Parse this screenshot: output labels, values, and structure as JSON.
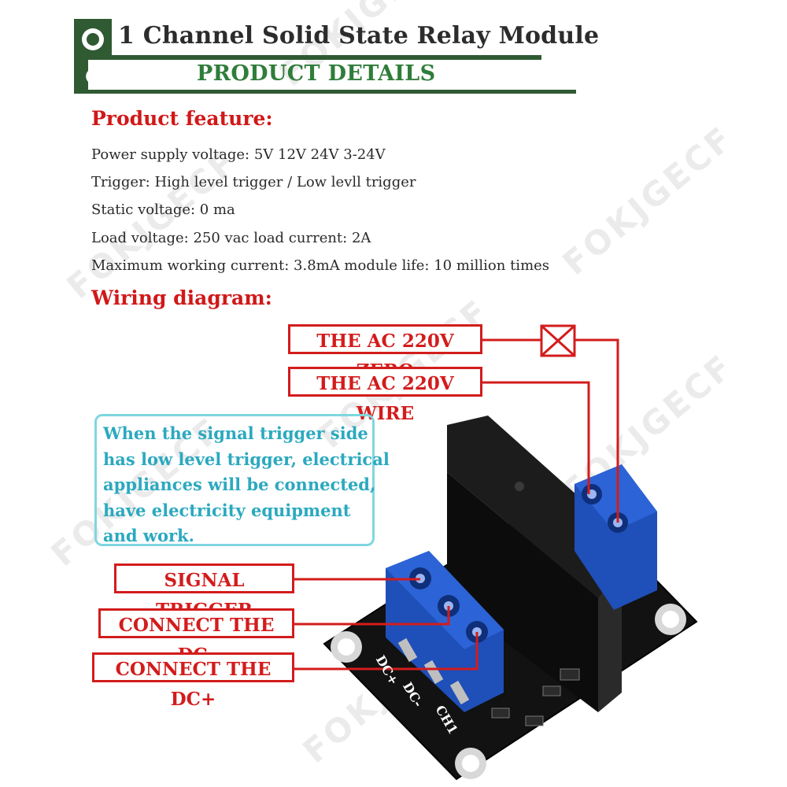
{
  "header": {
    "title": "1 Channel Solid State Relay Module",
    "subtitle": "PRODUCT DETAILS"
  },
  "features": {
    "heading": "Product feature:",
    "items": [
      "Power supply voltage: 5V 12V 24V 3-24V",
      "Trigger: High level trigger / Low levll trigger",
      "Static voltage: 0 ma",
      "Load voltage: 250 vac load current: 2A",
      "Maximum working current: 3.8mA module life: 10 million times"
    ]
  },
  "wiring": {
    "heading": "Wiring diagram:",
    "labels": {
      "ac_zero": "THE AC 220V ZERO",
      "ac_wire": "THE AC 220V WIRE",
      "signal": "SIGNAL TRIGGER",
      "dc_minus": "CONNECT THE DC-",
      "dc_plus": "CONNECT THE DC+"
    },
    "note_lines": [
      "When the signal trigger side",
      "has low level trigger, electrical",
      "appliances will be connected,",
      "have electricity equipment",
      "and work."
    ],
    "board_text": {
      "dc_plus": "DC+",
      "dc_minus": "DC-",
      "ch1": "CH1"
    }
  },
  "watermark": "FOKJGECF",
  "colors": {
    "title": "#2c2c2c",
    "subtitle": "#2f7d3a",
    "header_bar": "#2f5a32",
    "accent_red": "#d31c1c",
    "note_border": "#7fd6df",
    "note_text": "#2ba9bf",
    "terminal_blue": "#1f4fb8",
    "relay_black": "#151515"
  }
}
